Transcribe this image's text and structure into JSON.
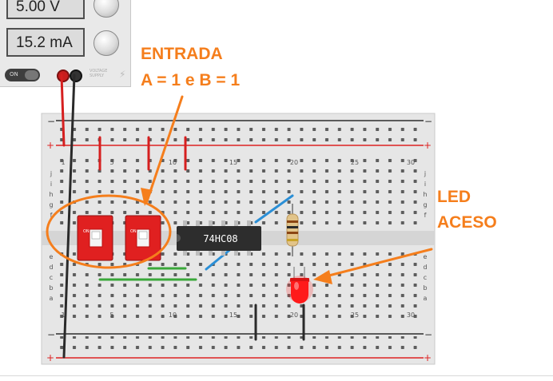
{
  "power_supply": {
    "voltage_display": "5.00 V",
    "current_display": "15.2 mA",
    "on_label": "ON",
    "supply_label": "VOLTAGE SUPPLY"
  },
  "breadboard": {
    "column_numbers": [
      "1",
      "5",
      "10",
      "15",
      "20",
      "25",
      "30"
    ],
    "row_labels_top": [
      "j",
      "i",
      "h",
      "g",
      "f"
    ],
    "row_labels_bottom": [
      "e",
      "d",
      "c",
      "b",
      "a"
    ],
    "rail_minus": "−",
    "rail_plus": "+"
  },
  "chip": {
    "label": "74HC08"
  },
  "annotations": {
    "input_title": "ENTRADA",
    "input_condition": "A = 1 e B = 1",
    "led_title": "LED",
    "led_status": "ACESO"
  },
  "colors": {
    "annotation": "#f57e1c",
    "red_wire": "#d61f1f",
    "black_wire": "#2a2a2a",
    "green_wire": "#3aa83a",
    "blue_wire": "#2b8fd6",
    "dip_switch": "#e02020",
    "led": "#ff1a1a"
  }
}
